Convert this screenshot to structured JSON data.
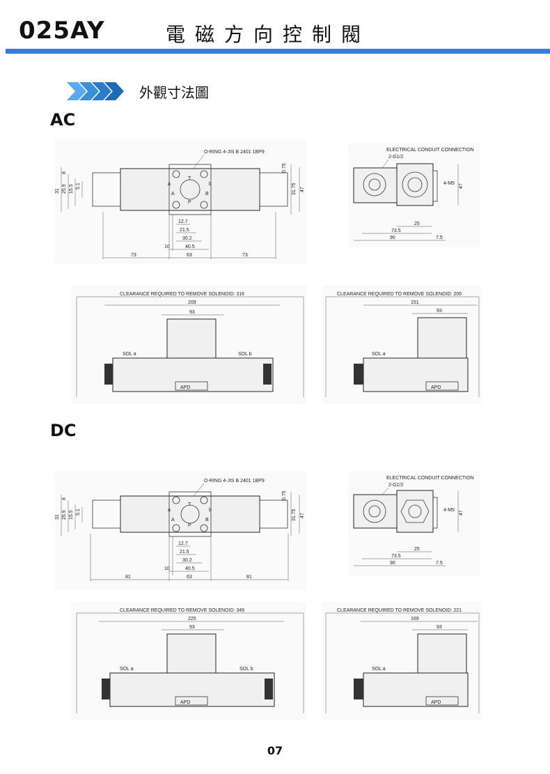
{
  "header": {
    "model": "025AY",
    "title": "電磁方向控制閥"
  },
  "section": {
    "title": "外觀寸法圖"
  },
  "ac": {
    "label": "AC",
    "top_note": "O-RING 4-JIS B 2401 1BP9",
    "elec_note": "ELECTRICAL CONDUIT CONNECTION",
    "elec_size": "2-G1/2",
    "m5": "4-M5",
    "port_a": "a",
    "port_b": "b",
    "port_A": "A",
    "port_B": "B",
    "port_T": "T",
    "port_P": "P",
    "left_dims": [
      "31",
      "25.9",
      "15.5",
      "5.1",
      "8"
    ],
    "right_dims": [
      "0.75",
      "31.75",
      "47"
    ],
    "bottom_dims": [
      "12.7",
      "21.5",
      "30.2",
      "40.5",
      "10"
    ],
    "span_dims": [
      "73",
      "63",
      "73"
    ],
    "side_dims": [
      "25",
      "73.5",
      "90",
      "7.5",
      "47"
    ],
    "clear_left": "CLEARANCE REQUIRED TO REMOVE SOLENOID: 316",
    "clear_right": "CLEARANCE REQUIRED TO REMOVE SOLENOID: 205",
    "lower_left_dims": [
      "209",
      "93"
    ],
    "lower_right_dims": [
      "151",
      "93"
    ],
    "sol_a": "SOL a",
    "sol_b": "SOL b",
    "apd": "APD"
  },
  "dc": {
    "label": "DC",
    "top_note": "O-RING 4-JIS B 2401 1BP9",
    "elec_note": "ELECTRICAL CONDUIT CONNECTION",
    "elec_size": "2-G1/2",
    "m5": "4-M5",
    "port_a": "a",
    "port_b": "b",
    "port_A": "A",
    "port_B": "B",
    "port_T": "T",
    "port_P": "P",
    "left_dims": [
      "31",
      "25.9",
      "15.5",
      "5.1",
      "8"
    ],
    "right_dims": [
      "0.75",
      "31.75",
      "47"
    ],
    "bottom_dims": [
      "12.7",
      "21.5",
      "30.2",
      "40.5",
      "10"
    ],
    "span_dims": [
      "81",
      "63",
      "81"
    ],
    "side_dims": [
      "25",
      "73.5",
      "90",
      "7.5",
      "47"
    ],
    "clear_left": "CLEARANCE REQUIRED TO REMOVE SOLENOID: 349",
    "clear_right": "CLEARANCE REQUIRED TO REMOVE SOLENOID: 221",
    "lower_left_dims": [
      "225",
      "93"
    ],
    "lower_right_dims": [
      "169",
      "93"
    ],
    "sol_a": "SOL a",
    "sol_b": "SOL b",
    "apd": "APD"
  },
  "page_number": "07",
  "colors": {
    "rule": "#3a7bd5",
    "arrow": "#3a8fd8"
  }
}
